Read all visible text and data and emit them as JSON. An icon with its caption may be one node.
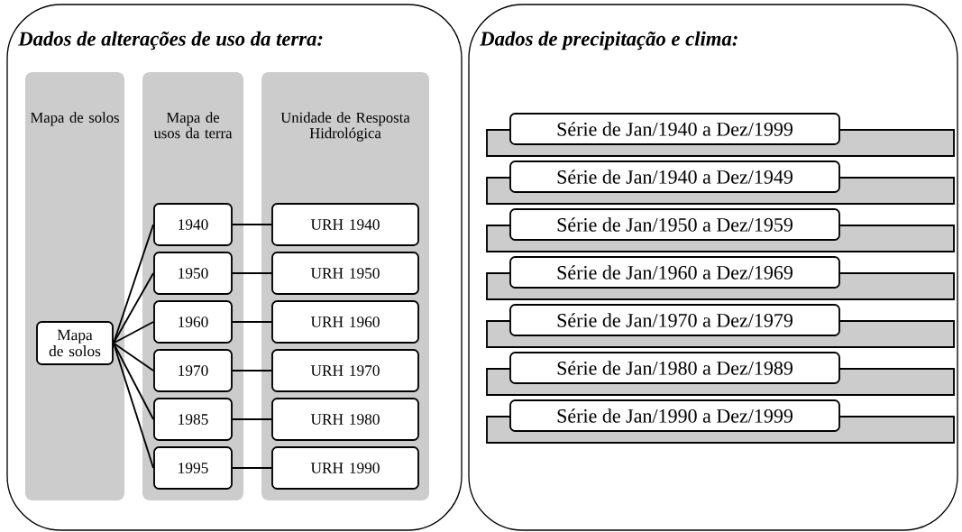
{
  "diagram": {
    "nodes": [
      {
        "text": [
          "Dados de alterações de uso da terra:"
        ]
      },
      {
        "text": [
          "Mapa de solos"
        ],
        "in": 0
      },
      {
        "text": [
          "Mapa de usos da terra"
        ],
        "in": 0
      },
      {
        "text": [
          "Unidade de Resposta Hidrológica"
        ],
        "in": 0
      },
      {
        "text": [
          "Mapa de solos"
        ],
        "in": 1
      },
      {
        "text": [
          "1940"
        ],
        "in": 2
      },
      {
        "text": [
          "1950"
        ],
        "in": 2
      },
      {
        "text": [
          "1960"
        ],
        "in": 2
      },
      {
        "text": [
          "1970"
        ],
        "in": 2
      },
      {
        "text": [
          "1985"
        ],
        "in": 2
      },
      {
        "text": [
          "1995"
        ],
        "in": 2
      },
      {
        "text": [
          "URH 1940"
        ],
        "in": 3
      },
      {
        "text": [
          "URH 1950"
        ],
        "in": 3
      },
      {
        "text": [
          "URH 1960"
        ],
        "in": 3
      },
      {
        "text": [
          "URH 1970"
        ],
        "in": 3
      },
      {
        "text": [
          "URH 1980"
        ],
        "in": 3
      },
      {
        "text": [
          "URH 1990"
        ],
        "in": 3
      },
      {
        "text": [
          "Dados de precipitação e clima:"
        ]
      },
      {
        "text": [
          "Série de Jan/1940 a Dez/1999"
        ],
        "in": 17
      },
      {
        "text": [
          "Série de Jan/1940 a Dez/1949"
        ],
        "in": 17
      },
      {
        "text": [
          "Série de Jan/1950 a Dez/1959"
        ],
        "in": 17
      },
      {
        "text": [
          "Série de Jan/1960 a Dez/1969"
        ],
        "in": 17
      },
      {
        "text": [
          "Série de Jan/1970 a Dez/1979"
        ],
        "in": 17
      },
      {
        "text": [
          "Série de Jan/1980 a Dez/1989"
        ],
        "in": 17
      },
      {
        "text": [
          "Série de Jan/1990 a Dez/1999"
        ],
        "in": 17
      }
    ],
    "edges": [
      {
        "from": 4,
        "to": 5,
        "arrow": "none"
      },
      {
        "from": 4,
        "to": 6,
        "arrow": "none"
      },
      {
        "from": 4,
        "to": 7,
        "arrow": "none"
      },
      {
        "from": 4,
        "to": 8,
        "arrow": "none"
      },
      {
        "from": 4,
        "to": 9,
        "arrow": "none"
      },
      {
        "from": 4,
        "to": 10,
        "arrow": "none"
      },
      {
        "from": 5,
        "to": 11,
        "arrow": "none"
      },
      {
        "from": 6,
        "to": 12,
        "arrow": "none"
      },
      {
        "from": 7,
        "to": 13,
        "arrow": "none"
      },
      {
        "from": 8,
        "to": 14,
        "arrow": "none"
      },
      {
        "from": 9,
        "to": 15,
        "arrow": "none"
      },
      {
        "from": 10,
        "to": 16,
        "arrow": "none"
      }
    ]
  }
}
